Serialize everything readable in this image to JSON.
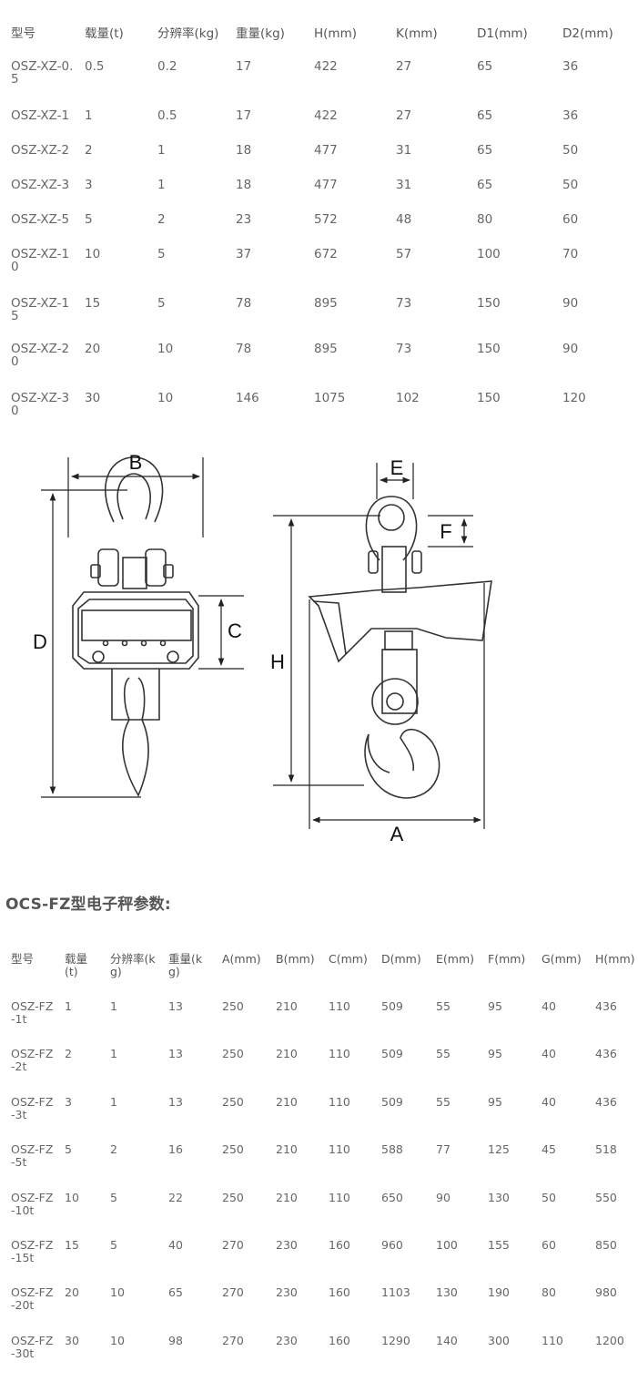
{
  "table1": {
    "headers": [
      "型号",
      "载量(t)",
      "分辨率(kg)",
      "重量(kg)",
      "H(mm)",
      "K(mm)",
      "D1(mm)",
      "D2(mm)"
    ],
    "rows": [
      [
        "OSZ-XZ-0.5",
        "0.5",
        "0.2",
        "17",
        "422",
        "27",
        "65",
        "36"
      ],
      [
        "OSZ-XZ-1",
        "1",
        "0.5",
        "17",
        "422",
        "27",
        "65",
        "36"
      ],
      [
        "OSZ-XZ-2",
        "2",
        "1",
        "18",
        "477",
        "31",
        "65",
        "50"
      ],
      [
        "OSZ-XZ-3",
        "3",
        "1",
        "18",
        "477",
        "31",
        "65",
        "50"
      ],
      [
        "OSZ-XZ-5",
        "5",
        "2",
        "23",
        "572",
        "48",
        "80",
        "60"
      ],
      [
        "OSZ-XZ-10",
        "10",
        "5",
        "37",
        "672",
        "57",
        "100",
        "70"
      ],
      [
        "OSZ-XZ-15",
        "15",
        "5",
        "78",
        "895",
        "73",
        "150",
        "90"
      ],
      [
        "OSZ-XZ-20",
        "20",
        "10",
        "78",
        "895",
        "73",
        "150",
        "90"
      ],
      [
        "OSZ-XZ-30",
        "30",
        "10",
        "146",
        "1075",
        "102",
        "150",
        "120"
      ]
    ]
  },
  "diagram": {
    "labels": {
      "B": "B",
      "C": "C",
      "D": "D",
      "E": "E",
      "F": "F",
      "H": "H",
      "A": "A"
    }
  },
  "section2": {
    "title": "OCS-FZ型电子秤参数:"
  },
  "table2": {
    "headers": [
      "型号",
      "载量(t)",
      "分辨率(kg)",
      "重量(kg)",
      "A(mm)",
      "B(mm)",
      "C(mm)",
      "D(mm)",
      "E(mm)",
      "F(mm)",
      "G(mm)",
      "H(mm)"
    ],
    "rows": [
      [
        "OSZ-FZ-1t",
        "1",
        "1",
        "13",
        "250",
        "210",
        "110",
        "509",
        "55",
        "95",
        "40",
        "436"
      ],
      [
        "OSZ-FZ-2t",
        "2",
        "1",
        "13",
        "250",
        "210",
        "110",
        "509",
        "55",
        "95",
        "40",
        "436"
      ],
      [
        "OSZ-FZ-3t",
        "3",
        "1",
        "13",
        "250",
        "210",
        "110",
        "509",
        "55",
        "95",
        "40",
        "436"
      ],
      [
        "OSZ-FZ-5t",
        "5",
        "2",
        "16",
        "250",
        "210",
        "110",
        "588",
        "77",
        "125",
        "45",
        "518"
      ],
      [
        "OSZ-FZ-10t",
        "10",
        "5",
        "22",
        "250",
        "210",
        "110",
        "650",
        "90",
        "130",
        "50",
        "550"
      ],
      [
        "OSZ-FZ-15t",
        "15",
        "5",
        "40",
        "270",
        "230",
        "160",
        "960",
        "100",
        "155",
        "60",
        "850"
      ],
      [
        "OSZ-FZ-20t",
        "20",
        "10",
        "65",
        "270",
        "230",
        "160",
        "1103",
        "130",
        "190",
        "80",
        "980"
      ],
      [
        "OSZ-FZ-30t",
        "30",
        "10",
        "98",
        "270",
        "230",
        "160",
        "1290",
        "140",
        "300",
        "110",
        "1200"
      ]
    ]
  }
}
